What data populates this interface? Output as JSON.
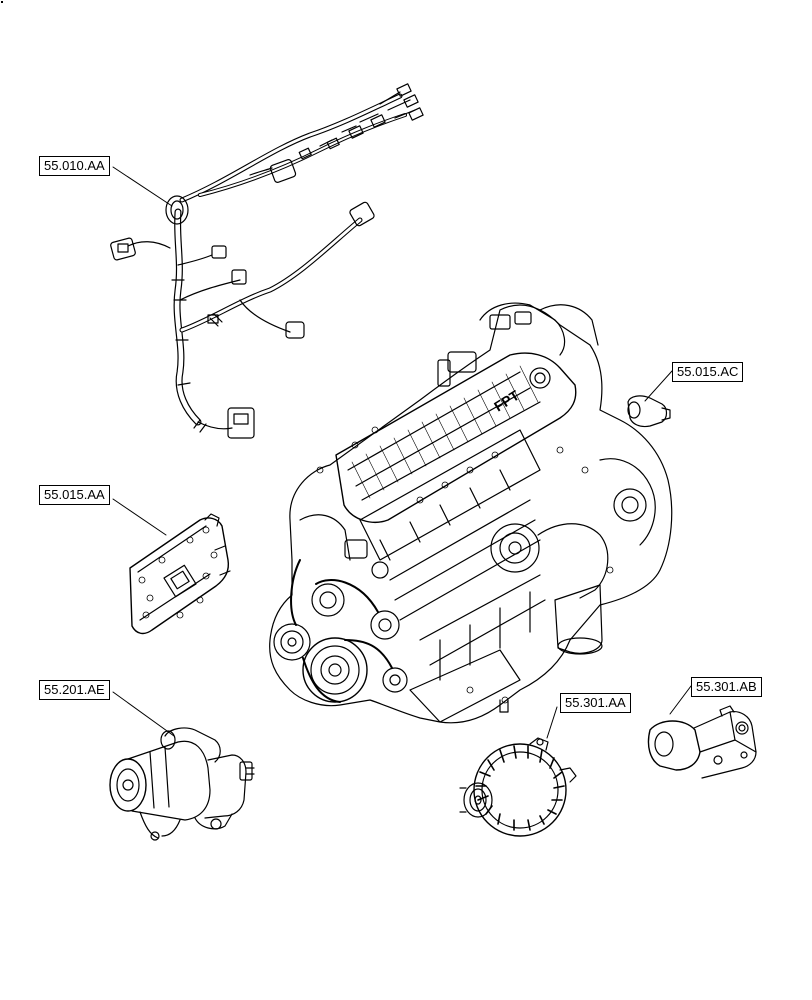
{
  "callouts": {
    "harness": "55.010.AA",
    "sensor": "55.015.AC",
    "ecu": "55.015.AA",
    "starter": "55.201.AE",
    "alternator": "55.301.AA",
    "bracket": "55.301.AB"
  },
  "engine_logo": "FPT",
  "colors": {
    "line": "#000000",
    "background": "#ffffff"
  }
}
